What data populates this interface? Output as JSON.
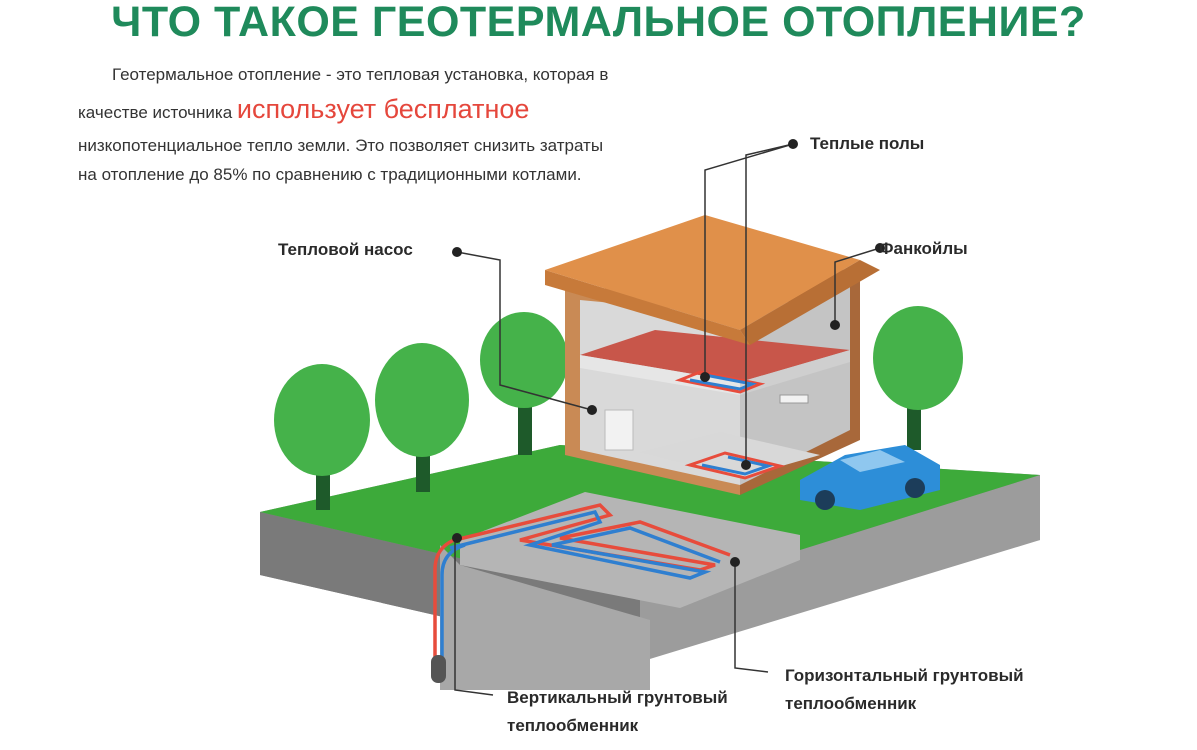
{
  "title": "ЧТО ТАКОЕ ГЕОТЕРМАЛЬНОЕ ОТОПЛЕНИЕ?",
  "intro": {
    "line1": "Геотермальное отопление - это тепловая установка, которая в",
    "line2_prefix": "качестве источника ",
    "highlight": "использует бесплатное",
    "line3": "низкопотенциальное тепло земли. Это позволяет снизить затраты",
    "line4": "на отопление до 85% по сравнению с традиционными котлами."
  },
  "labels": {
    "heat_pump": "Тепловой насос",
    "warm_floors": "Теплые полы",
    "fancoils": "Фанкойлы",
    "vertical_line1": "Вертикальный грунтовый",
    "vertical_line2": "теплообменник",
    "horizontal_line1": "Горизонтальный грунтовый",
    "horizontal_line2": "теплообменник"
  },
  "colors": {
    "title": "#1f8a5b",
    "highlight": "#e5473c",
    "grass": "#3daa3a",
    "roof": "#d98a3c",
    "pipe_hot": "#e74c3c",
    "pipe_cold": "#2f7fd0",
    "car": "#2d8ed8"
  }
}
